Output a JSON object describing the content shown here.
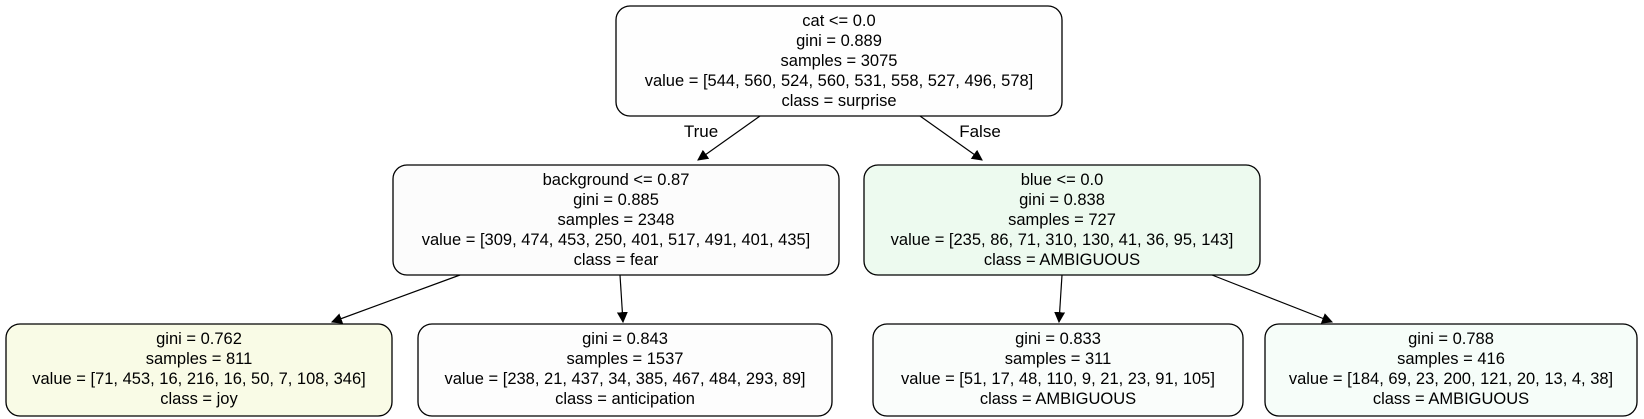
{
  "tree": {
    "nodes": [
      {
        "id": "root",
        "split": "cat <= 0.0",
        "gini": "gini = 0.889",
        "samples": "samples = 3075",
        "value": "value = [544, 560, 524, 560, 531, 558, 527, 496, 578]",
        "class": "class = surprise",
        "fill": "#fefefe"
      },
      {
        "id": "left",
        "split": "background <= 0.87",
        "gini": "gini = 0.885",
        "samples": "samples = 2348",
        "value": "value = [309, 474, 453, 250, 401, 517, 491, 401, 435]",
        "class": "class = fear",
        "fill": "#fcfcfc"
      },
      {
        "id": "right",
        "split": "blue <= 0.0",
        "gini": "gini = 0.838",
        "samples": "samples = 727",
        "value": "value = [235, 86, 71, 310, 130, 41, 36, 95, 143]",
        "class": "class = AMBIGUOUS",
        "fill": "#edfaef"
      },
      {
        "id": "ll",
        "split": "",
        "gini": "gini = 0.762",
        "samples": "samples = 811",
        "value": "value = [71, 453, 16, 216, 16, 50, 7, 108, 346]",
        "class": "class = joy",
        "fill": "#f9fbe6"
      },
      {
        "id": "lr",
        "split": "",
        "gini": "gini = 0.843",
        "samples": "samples = 1537",
        "value": "value = [238, 21, 437, 34, 385, 467, 484, 293, 89]",
        "class": "class = anticipation",
        "fill": "#fdfdfd"
      },
      {
        "id": "rl",
        "split": "",
        "gini": "gini = 0.833",
        "samples": "samples = 311",
        "value": "value = [51, 17, 48, 110, 9, 21, 23, 91, 105]",
        "class": "class = AMBIGUOUS",
        "fill": "#fafdfb"
      },
      {
        "id": "rr",
        "split": "",
        "gini": "gini = 0.788",
        "samples": "samples = 416",
        "value": "value = [184, 69, 23, 200, 121, 20, 13, 4, 38]",
        "class": "class = AMBIGUOUS",
        "fill": "#f6fdf9"
      }
    ],
    "edges": [
      {
        "from": "root",
        "to": "left",
        "label": "True"
      },
      {
        "from": "root",
        "to": "right",
        "label": "False"
      },
      {
        "from": "left",
        "to": "ll",
        "label": ""
      },
      {
        "from": "left",
        "to": "lr",
        "label": ""
      },
      {
        "from": "right",
        "to": "rl",
        "label": ""
      },
      {
        "from": "right",
        "to": "rr",
        "label": ""
      }
    ]
  }
}
